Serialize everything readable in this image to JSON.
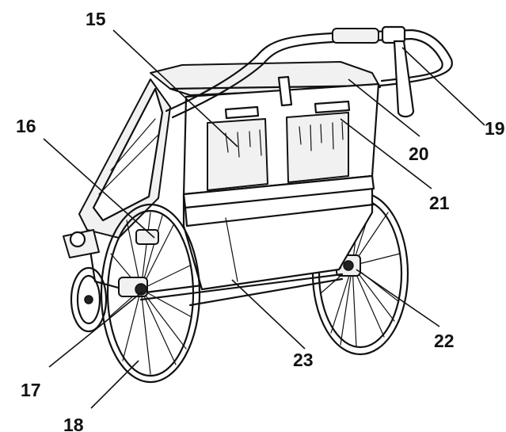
{
  "callouts": [
    {
      "id": "15",
      "label": "15"
    },
    {
      "id": "16",
      "label": "16"
    },
    {
      "id": "17",
      "label": "17"
    },
    {
      "id": "18",
      "label": "18"
    },
    {
      "id": "19",
      "label": "19"
    },
    {
      "id": "20",
      "label": "20"
    },
    {
      "id": "21",
      "label": "21"
    },
    {
      "id": "22",
      "label": "22"
    },
    {
      "id": "23",
      "label": "23"
    }
  ]
}
